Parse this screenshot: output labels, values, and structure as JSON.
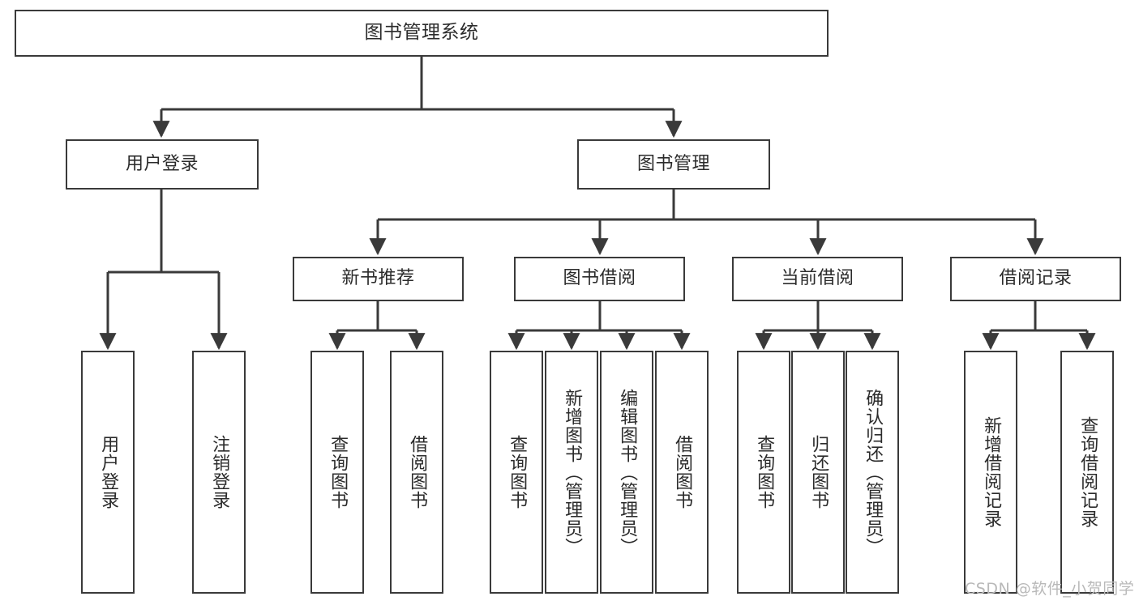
{
  "diagram": {
    "title": "图书管理系统",
    "type": "tree-hierarchy-chart",
    "accent_color": "#3a3a3a",
    "background_color": "#ffffff",
    "text_color": "#2b2b2b"
  },
  "nodes": {
    "root": {
      "label": "图书管理系统"
    },
    "level2": [
      {
        "id": "user-login",
        "label": "用户登录"
      },
      {
        "id": "book-manage",
        "label": "图书管理"
      }
    ],
    "level3": [
      {
        "id": "new-book-recommend",
        "label": "新书推荐"
      },
      {
        "id": "book-borrow",
        "label": "图书借阅"
      },
      {
        "id": "current-borrow",
        "label": "当前借阅"
      },
      {
        "id": "borrow-record",
        "label": "借阅记录"
      }
    ],
    "leaves": {
      "user_login": [
        {
          "id": "leaf-user-login",
          "label": "用户登录"
        },
        {
          "id": "leaf-logout-login",
          "label": "注销登录"
        }
      ],
      "new_book_recommend": [
        {
          "id": "leaf-query-book-1",
          "label": "查询图书"
        },
        {
          "id": "leaf-borrow-book-1",
          "label": "借阅图书"
        }
      ],
      "book_borrow": [
        {
          "id": "leaf-query-book-2",
          "label": "查询图书"
        },
        {
          "id": "leaf-add-book-admin",
          "label": "新增图书（管理员）"
        },
        {
          "id": "leaf-edit-book-admin",
          "label": "编辑图书（管理员）"
        },
        {
          "id": "leaf-borrow-book-2",
          "label": "借阅图书"
        }
      ],
      "current_borrow": [
        {
          "id": "leaf-query-book-3",
          "label": "查询图书"
        },
        {
          "id": "leaf-return-book",
          "label": "归还图书"
        },
        {
          "id": "leaf-confirm-return-admin",
          "label": "确认归还（管理员）"
        }
      ],
      "borrow_record": [
        {
          "id": "leaf-add-borrow-record",
          "label": "新增借阅记录"
        },
        {
          "id": "leaf-query-borrow-record",
          "label": "查询借阅记录"
        }
      ]
    }
  },
  "watermark": {
    "text": "CSDN @软件_小贺同学"
  }
}
